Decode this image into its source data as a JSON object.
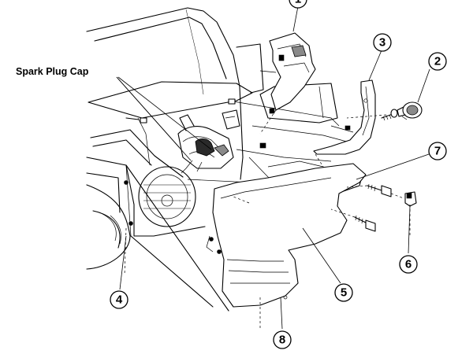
{
  "labels": {
    "spark_plug_cap": "Spark Plug Cap"
  },
  "callouts": {
    "c1": "1",
    "c2": "2",
    "c3": "3",
    "c4": "4",
    "c5": "5",
    "c6": "6",
    "c7": "7",
    "c8": "8"
  }
}
